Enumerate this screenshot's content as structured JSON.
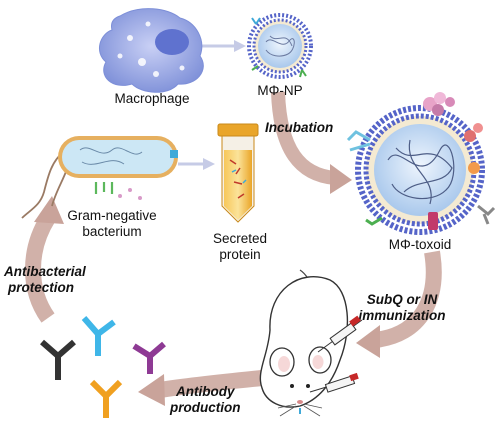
{
  "labels": {
    "macrophage": "Macrophage",
    "mphi_np": "MΦ-NP",
    "incubation": "Incubation",
    "mphi_toxoid": "MΦ-toxoid",
    "bacterium_line1": "Gram-negative",
    "bacterium_line2": "bacterium",
    "secreted_line1": "Secreted",
    "secreted_line2": "protein",
    "immunization_line1": "SubQ or IN",
    "immunization_line2": "immunization",
    "antibody_line1": "Antibody",
    "antibody_line2": "production",
    "protection_line1": "Antibacterial",
    "protection_line2": "protection"
  },
  "colors": {
    "arrow": "#c9a39a",
    "macrophage": "#8f9fe0",
    "lipid_head": "#5564c8",
    "core": "#cfe2f7",
    "bacterium_outer": "#e6b060",
    "tube_liquid": "#f2b43a",
    "antibody_colors": [
      "#333333",
      "#3fb6e8",
      "#8e3a94",
      "#f0a020"
    ]
  }
}
